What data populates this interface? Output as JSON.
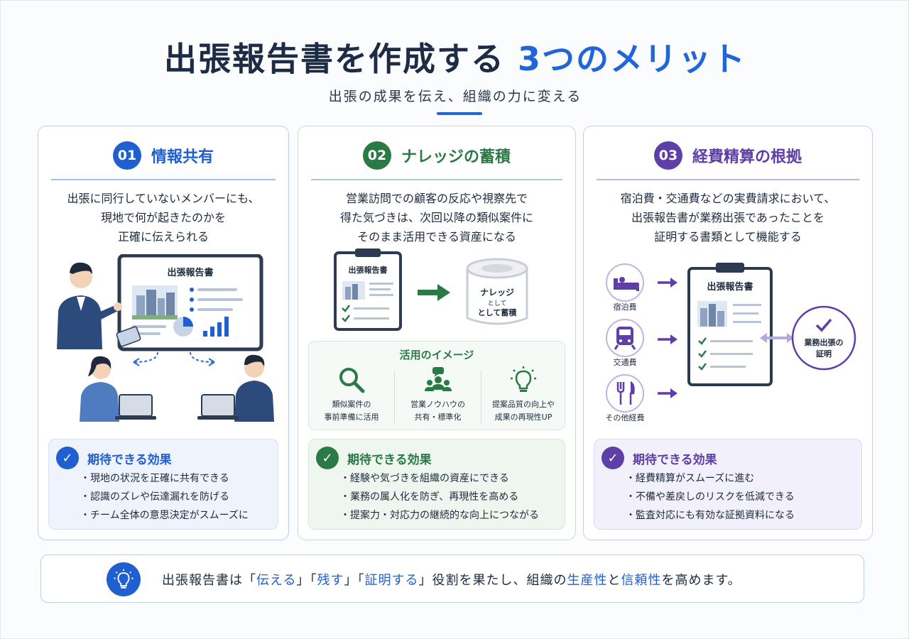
{
  "header": {
    "title_main": "出張報告書を作成する",
    "title_accent": "3つのメリット",
    "subtitle": "出張の成果を伝え、組織の力に変える"
  },
  "cards": [
    {
      "number": "01",
      "title": "情報共有",
      "desc_lines": [
        "出張に同行していないメンバーにも、",
        "現地で何が起きたのかを",
        "正確に伝えられる"
      ],
      "screen_title": "出張報告書",
      "effect_title": "期待できる効果",
      "effects": [
        "現地の状況を正確に共有できる",
        "認識のズレや伝達漏れを防げる",
        "チーム全体の意思決定がスムーズに"
      ]
    },
    {
      "number": "02",
      "title": "ナレッジの蓄積",
      "desc_lines": [
        "営業訪問での顧客の反応や視察先で",
        "得た気づきは、次回以降の類似案件に",
        "そのまま活用できる資産になる"
      ],
      "clipboard_title": "出張報告書",
      "store_lines": [
        "ナレッジ",
        "として",
        "として蓄積"
      ],
      "usage_title": "活用のイメージ",
      "usage": [
        {
          "icon": "search-icon",
          "lines": [
            "類似案件の",
            "事前準備に活用"
          ]
        },
        {
          "icon": "team-icon",
          "lines": [
            "営業ノウハウの",
            "共有・標準化"
          ]
        },
        {
          "icon": "lightbulb-icon",
          "lines": [
            "提案品質の向上や",
            "成果の再現性UP"
          ]
        }
      ],
      "effect_title": "期待できる効果",
      "effects": [
        "経験や気づきを組織の資産にできる",
        "業務の属人化を防ぎ、再現性を高める",
        "提案力・対応力の継続的な向上につながる"
      ]
    },
    {
      "number": "03",
      "title": "経費精算の根拠",
      "desc_lines": [
        "宿泊費・交通費などの実費請求において、",
        "出張報告書が業務出張であったことを",
        "証明する書類として機能する"
      ],
      "expenses": [
        {
          "icon": "bed-icon",
          "label": "宿泊費"
        },
        {
          "icon": "train-icon",
          "label": "交通費"
        },
        {
          "icon": "cutlery-icon",
          "label": "その他経費"
        }
      ],
      "clipboard_title": "出張報告書",
      "proof_lines": [
        "業務出張の",
        "証明"
      ],
      "effect_title": "期待できる効果",
      "effects": [
        "経費精算がスムーズに進む",
        "不備や差戻しのリスクを低減できる",
        "監査対応にも有効な証拠資料になる"
      ]
    }
  ],
  "footer": {
    "t1": "出張報告書は「",
    "h1": "伝える",
    "t2": "」「",
    "h2": "残す",
    "t3": "」「",
    "h3": "証明する",
    "t4": "」役割を果たし、組織の",
    "h4": "生産性",
    "t5": "と",
    "h5": "信頼性",
    "t6": "を高めます。"
  },
  "colors": {
    "blue": "#1f5fcf",
    "green": "#2b7a45",
    "purple": "#5e3fa8"
  }
}
